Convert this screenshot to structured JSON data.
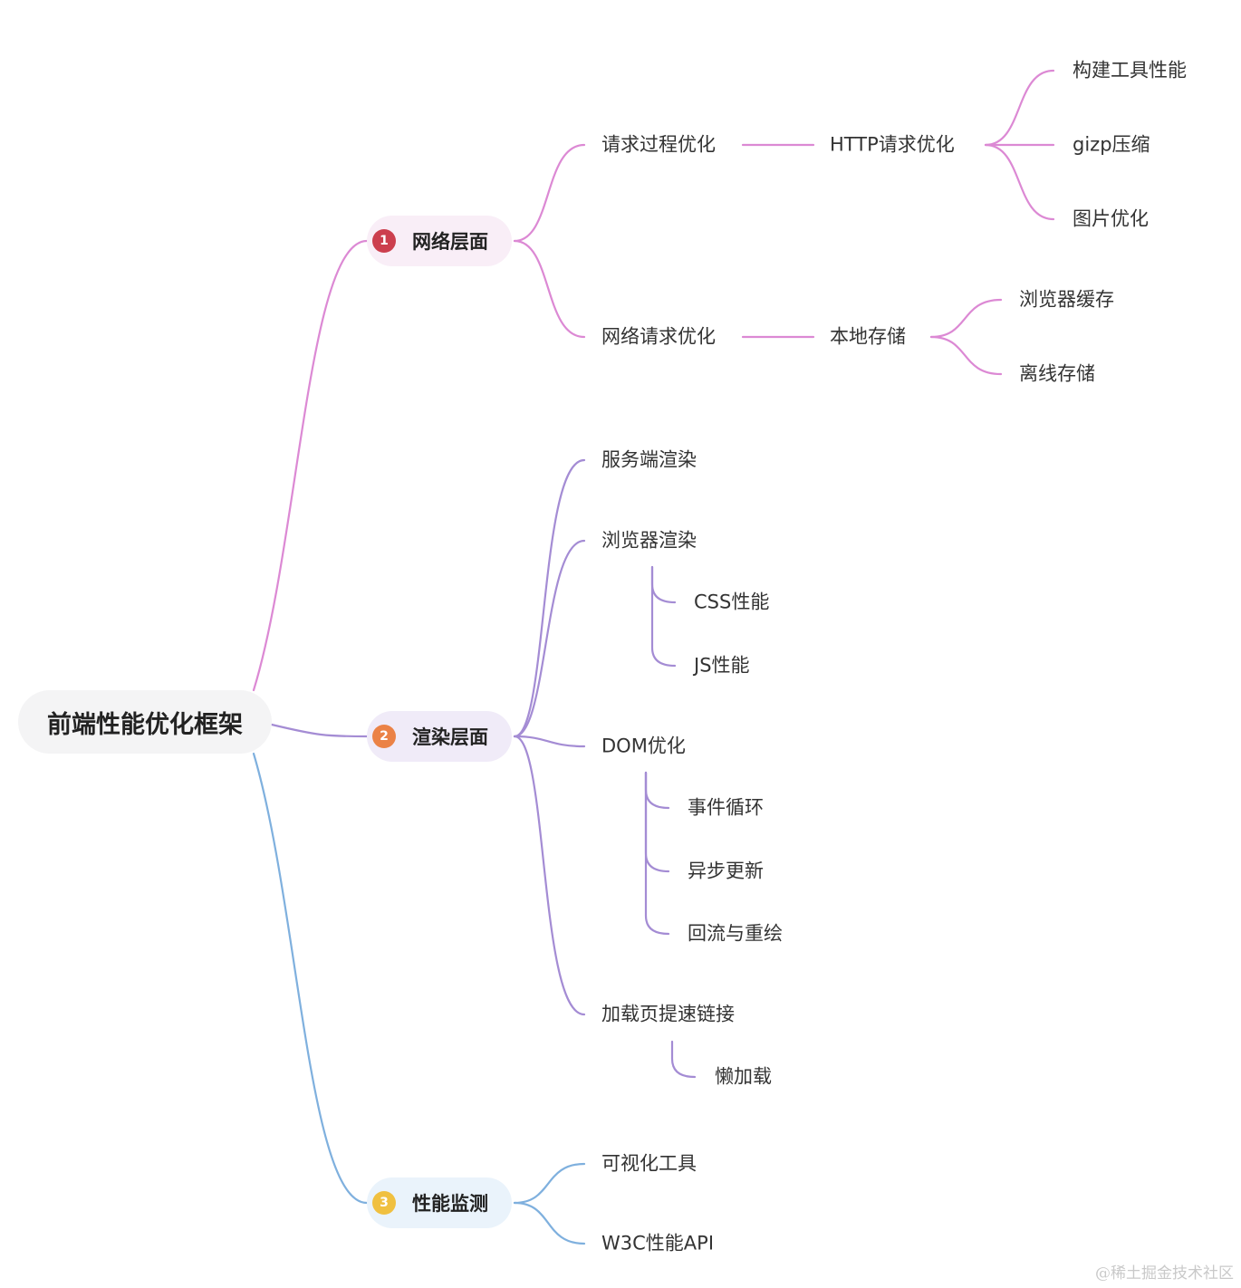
{
  "colors": {
    "network": "#dc89d4",
    "render": "#a48cd4",
    "monitor": "#7fb0de",
    "badge1": "#cc3f4e",
    "badge2": "#eb8246",
    "badge3": "#f0c040",
    "pill1": "#f9eef7",
    "pill2": "#f0ebf8",
    "pill3": "#eaf3fb"
  },
  "root": {
    "label": "前端性能优化框架"
  },
  "branches": [
    {
      "badge": "1",
      "label": "网络层面"
    },
    {
      "badge": "2",
      "label": "渲染层面"
    },
    {
      "badge": "3",
      "label": "性能监测"
    }
  ],
  "network": {
    "request_process": "请求过程优化",
    "http_request": "HTTP请求优化",
    "build_tools": "构建工具性能",
    "gzip": "gizp压缩",
    "image_opt": "图片优化",
    "network_request": "网络请求优化",
    "local_storage": "本地存储",
    "browser_cache": "浏览器缓存",
    "offline_storage": "离线存储"
  },
  "render": {
    "ssr": "服务端渲染",
    "browser_render": "浏览器渲染",
    "css_perf": "CSS性能",
    "js_perf": "JS性能",
    "dom_opt": "DOM优化",
    "event_loop": "事件循环",
    "async_update": "异步更新",
    "reflow": "回流与重绘",
    "load_speed": "加载页提速链接",
    "lazy_load": "懒加载"
  },
  "monitor": {
    "visual_tools": "可视化工具",
    "w3c_api": "W3C性能API"
  },
  "watermark": "@稀土掘金技术社区"
}
